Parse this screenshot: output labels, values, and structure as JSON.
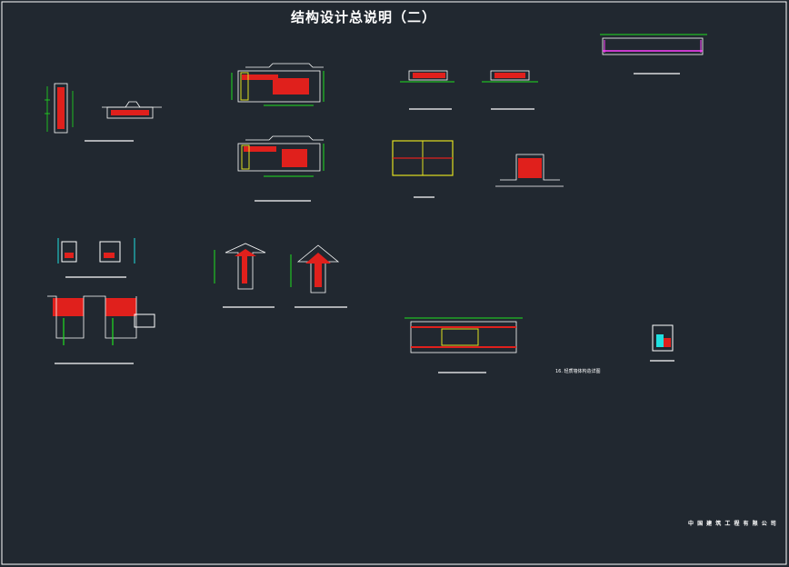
{
  "drawing": {
    "title": "结构设计总说明（二）",
    "note_label": "16. 轻质墙体构造详图",
    "company_name": "中 国 建 筑 工 程 有 限 公 司"
  },
  "colors": {
    "background": "#212830",
    "line": "#ffffff",
    "rebar": "#e0201c",
    "dimension": "#20e020",
    "hatch": "#e0e020",
    "accent": "#ff40ff",
    "cyan": "#20e0e0"
  }
}
